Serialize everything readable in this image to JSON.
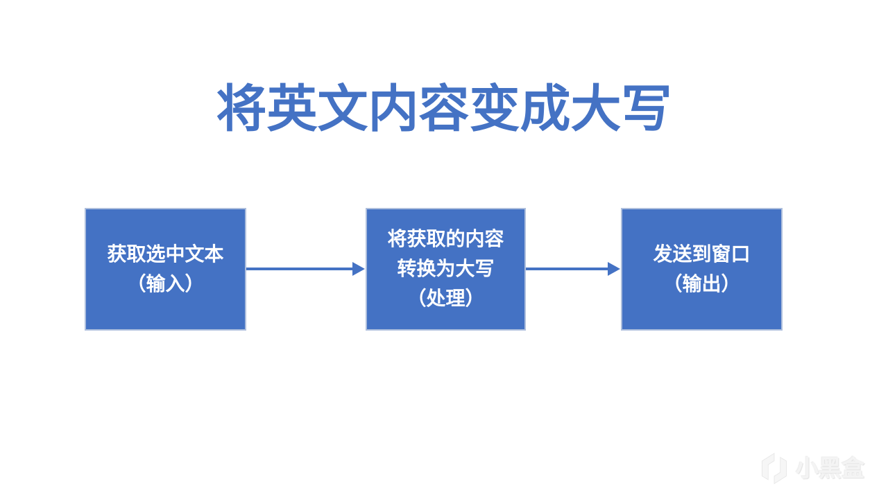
{
  "slide": {
    "title": "将英文内容变成大写"
  },
  "flowchart": {
    "boxes": [
      {
        "text": "获取选中文本\n（输入）"
      },
      {
        "text": "将获取的内容\n转换为大写\n（处理）"
      },
      {
        "text": "发送到窗口\n（输出）"
      }
    ],
    "box_fill": "#4472C4",
    "box_border": "#AEBFDD",
    "box_text_color": "#FFFFFF",
    "arrow_color": "#4472C4",
    "title_color": "#4472C4",
    "background": "#FFFFFF"
  },
  "watermark": {
    "icon": "heybox-logo",
    "text": "小黑盒",
    "color": "#F4F4F4"
  }
}
